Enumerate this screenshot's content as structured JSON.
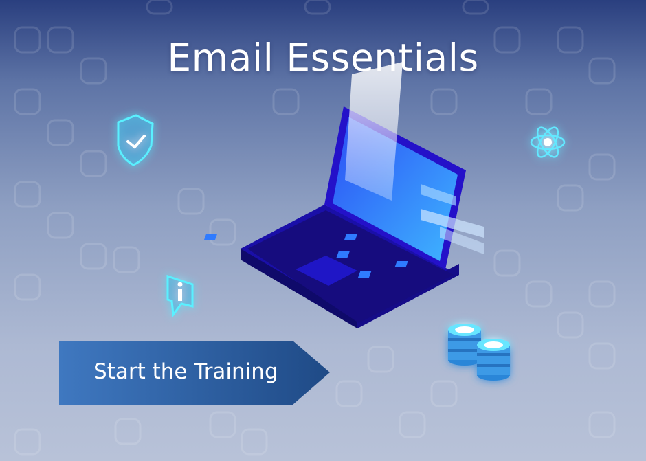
{
  "course": {
    "title": "Email Essentials"
  },
  "actions": {
    "start_label": "Start the Training"
  },
  "icons": [
    "shield-check-icon",
    "atom-icon",
    "info-bubble-icon",
    "laptop-illustration",
    "database-stack-icon"
  ],
  "colors": {
    "background_top": "#2a3f7f",
    "background_bottom": "#b8c2d8",
    "button_start": "#3f78c0",
    "button_end": "#1f4a86",
    "glow": "#3fe0ff",
    "laptop": "#2a1fd0"
  }
}
